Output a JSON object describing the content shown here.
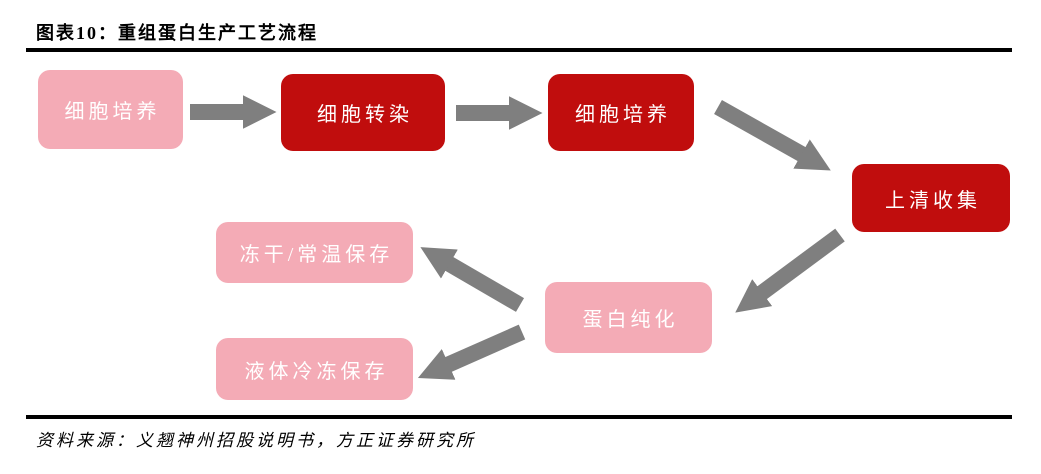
{
  "figure": {
    "title": "图表10：重组蛋白生产工艺流程",
    "source": "资料来源：义翘神州招股说明书，方正证券研究所"
  },
  "flowchart": {
    "nodes": [
      {
        "id": "cell-culture-1",
        "label": "细胞培养",
        "variant": "pink"
      },
      {
        "id": "cell-transfection",
        "label": "细胞转染",
        "variant": "red"
      },
      {
        "id": "cell-culture-2",
        "label": "细胞培养",
        "variant": "red"
      },
      {
        "id": "supernatant-collection",
        "label": "上清收集",
        "variant": "red"
      },
      {
        "id": "protein-purification",
        "label": "蛋白纯化",
        "variant": "pink"
      },
      {
        "id": "lyophilized-storage",
        "label": "冻干/常温保存",
        "variant": "pink"
      },
      {
        "id": "liquid-frozen-storage",
        "label": "液体冷冻保存",
        "variant": "pink"
      }
    ],
    "edges": [
      {
        "from": "cell-culture-1",
        "to": "cell-transfection"
      },
      {
        "from": "cell-transfection",
        "to": "cell-culture-2"
      },
      {
        "from": "cell-culture-2",
        "to": "supernatant-collection"
      },
      {
        "from": "supernatant-collection",
        "to": "protein-purification"
      },
      {
        "from": "protein-purification",
        "to": "lyophilized-storage"
      },
      {
        "from": "protein-purification",
        "to": "liquid-frozen-storage"
      }
    ]
  },
  "colors": {
    "dark_red": "#C00D0D",
    "light_pink": "#F4ABB6",
    "arrow_gray": "#7F7F7F",
    "rule_black": "#000000"
  }
}
